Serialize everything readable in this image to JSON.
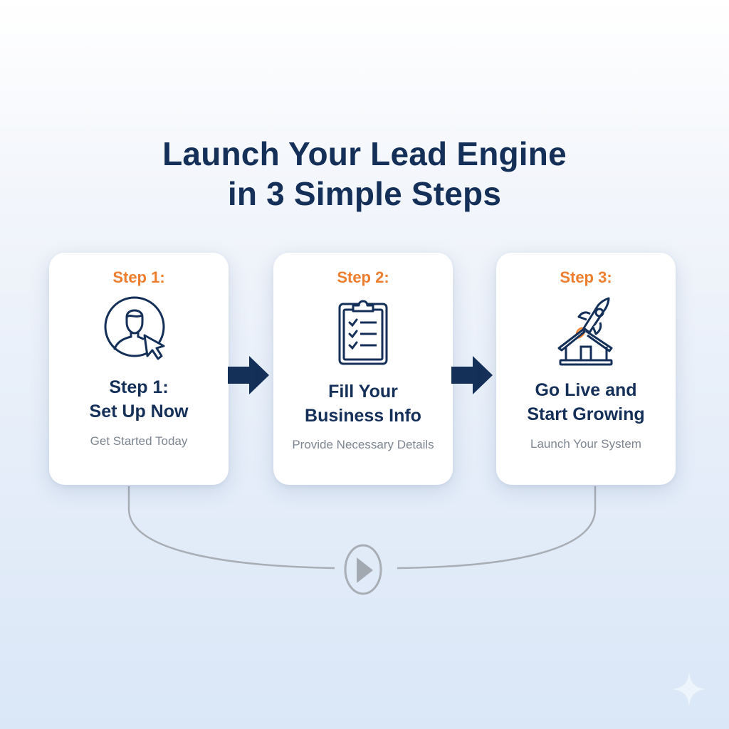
{
  "header": {
    "title_line1": "Launch Your Lead Engine",
    "title_line2": "in 3 Simple Steps"
  },
  "steps": [
    {
      "label": "Step 1:",
      "icon": "user-cursor-icon",
      "title_line1": "Step 1:",
      "title_line2": "Set Up Now",
      "subtitle": "Get Started Today"
    },
    {
      "label": "Step 2:",
      "icon": "clipboard-checklist-icon",
      "title_line1": "Fill Your",
      "title_line2": "Business Info",
      "subtitle": "Provide Necessary Details"
    },
    {
      "label": "Step 3:",
      "icon": "rocket-house-icon",
      "title_line1": "Go Live and",
      "title_line2": "Start Growing",
      "subtitle": "Launch Your System"
    }
  ],
  "connectors": {
    "arrow_icon": "arrow-right-icon",
    "loop_icon": "play-icon"
  },
  "colors": {
    "navy": "#142f58",
    "orange": "#ee7d2e",
    "subtitle_gray": "#7d8590",
    "loop_gray": "#a9aeb5"
  }
}
